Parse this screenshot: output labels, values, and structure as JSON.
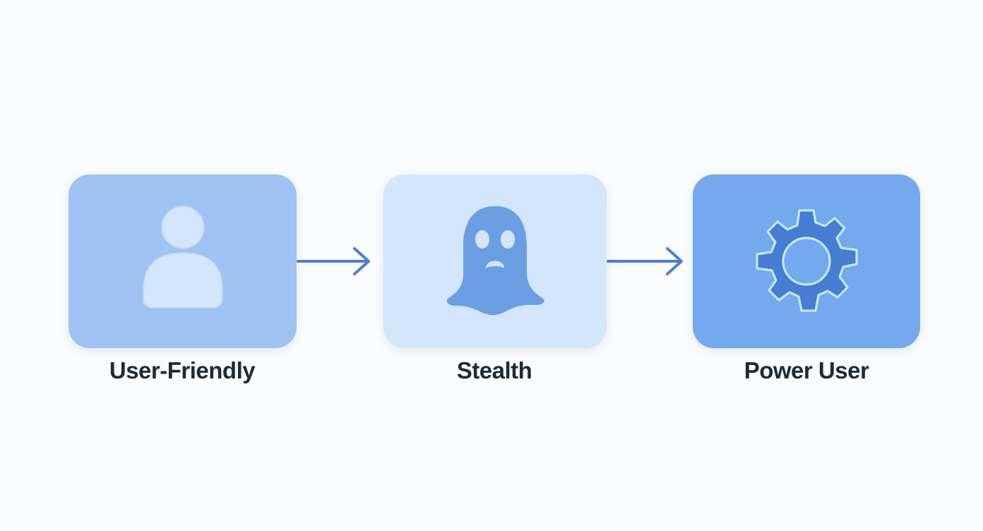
{
  "diagram": {
    "type": "flow",
    "steps": [
      {
        "label": "User-Friendly",
        "icon": "user-icon",
        "bg": "#9fc3f2"
      },
      {
        "label": "Stealth",
        "icon": "ghost-icon",
        "bg": "#d3e6fb"
      },
      {
        "label": "Power User",
        "icon": "gear-icon",
        "bg": "#75a9ee"
      }
    ],
    "connector_color": "#4a7fd6"
  }
}
